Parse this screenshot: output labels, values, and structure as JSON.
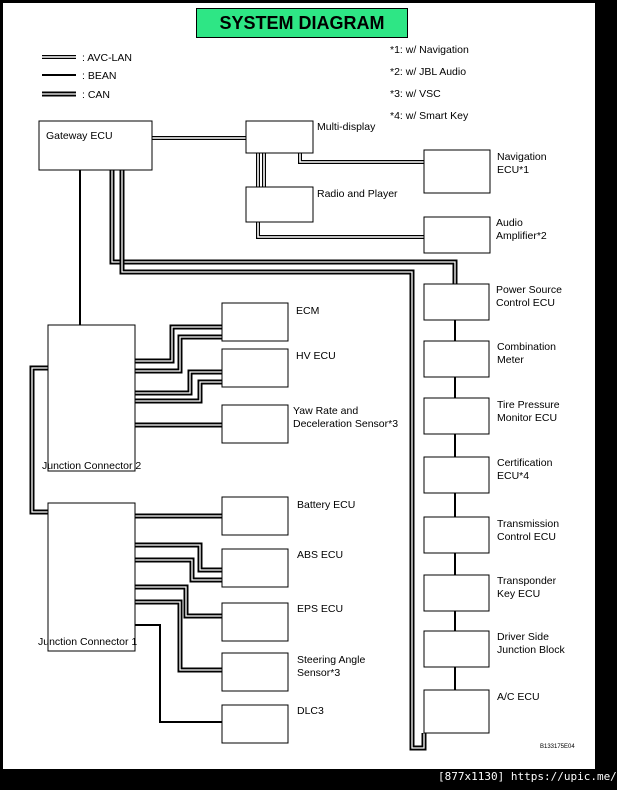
{
  "title": "SYSTEM DIAGRAM",
  "legend": [
    {
      "line": "AVC-LAN",
      "label": ": AVC-LAN"
    },
    {
      "line": "BEAN",
      "label": ": BEAN"
    },
    {
      "line": "CAN",
      "label": ": CAN"
    }
  ],
  "notes": [
    "*1: w/ Navigation",
    "*2: w/ JBL Audio",
    "*3: w/ VSC",
    "*4: w/ Smart Key"
  ],
  "blocks": {
    "gateway_ecu": "Gateway ECU",
    "multi_display": "Multi-display",
    "navigation_ecu": "Navigation ECU*1",
    "radio_player": "Radio and Player",
    "audio_amplifier": "Audio Amplifier*2",
    "junction_connector_2": "Junction Connector 2",
    "junction_connector_1": "Junction Connector 1",
    "ecm": "ECM",
    "hv_ecu": "HV ECU",
    "yaw_rate": "Yaw Rate and Deceleration Sensor*3",
    "battery_ecu": "Battery ECU",
    "abs_ecu": "ABS ECU",
    "eps_ecu": "EPS ECU",
    "steering_angle": "Steering Angle Sensor*3",
    "dlc3": "DLC3",
    "power_source": "Power Source Control ECU",
    "combination_meter": "Combination Meter",
    "tire_pressure": "Tire Pressure Monitor ECU",
    "certification": "Certification ECU*4",
    "transmission": "Transmission Control ECU",
    "transponder": "Transponder Key ECU",
    "driver_side": "Driver Side Junction Block",
    "ac_ecu": "A/C ECU"
  },
  "figure_code": "B133175E04",
  "watermark": "[877x1130] https://upic.me/"
}
